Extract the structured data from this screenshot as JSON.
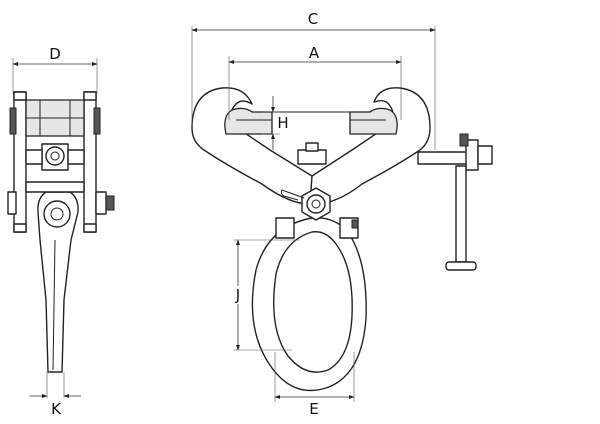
{
  "diagram": {
    "labels": {
      "A": "A",
      "C": "C",
      "D": "D",
      "E": "E",
      "H": "H",
      "J": "J",
      "K": "K"
    }
  }
}
